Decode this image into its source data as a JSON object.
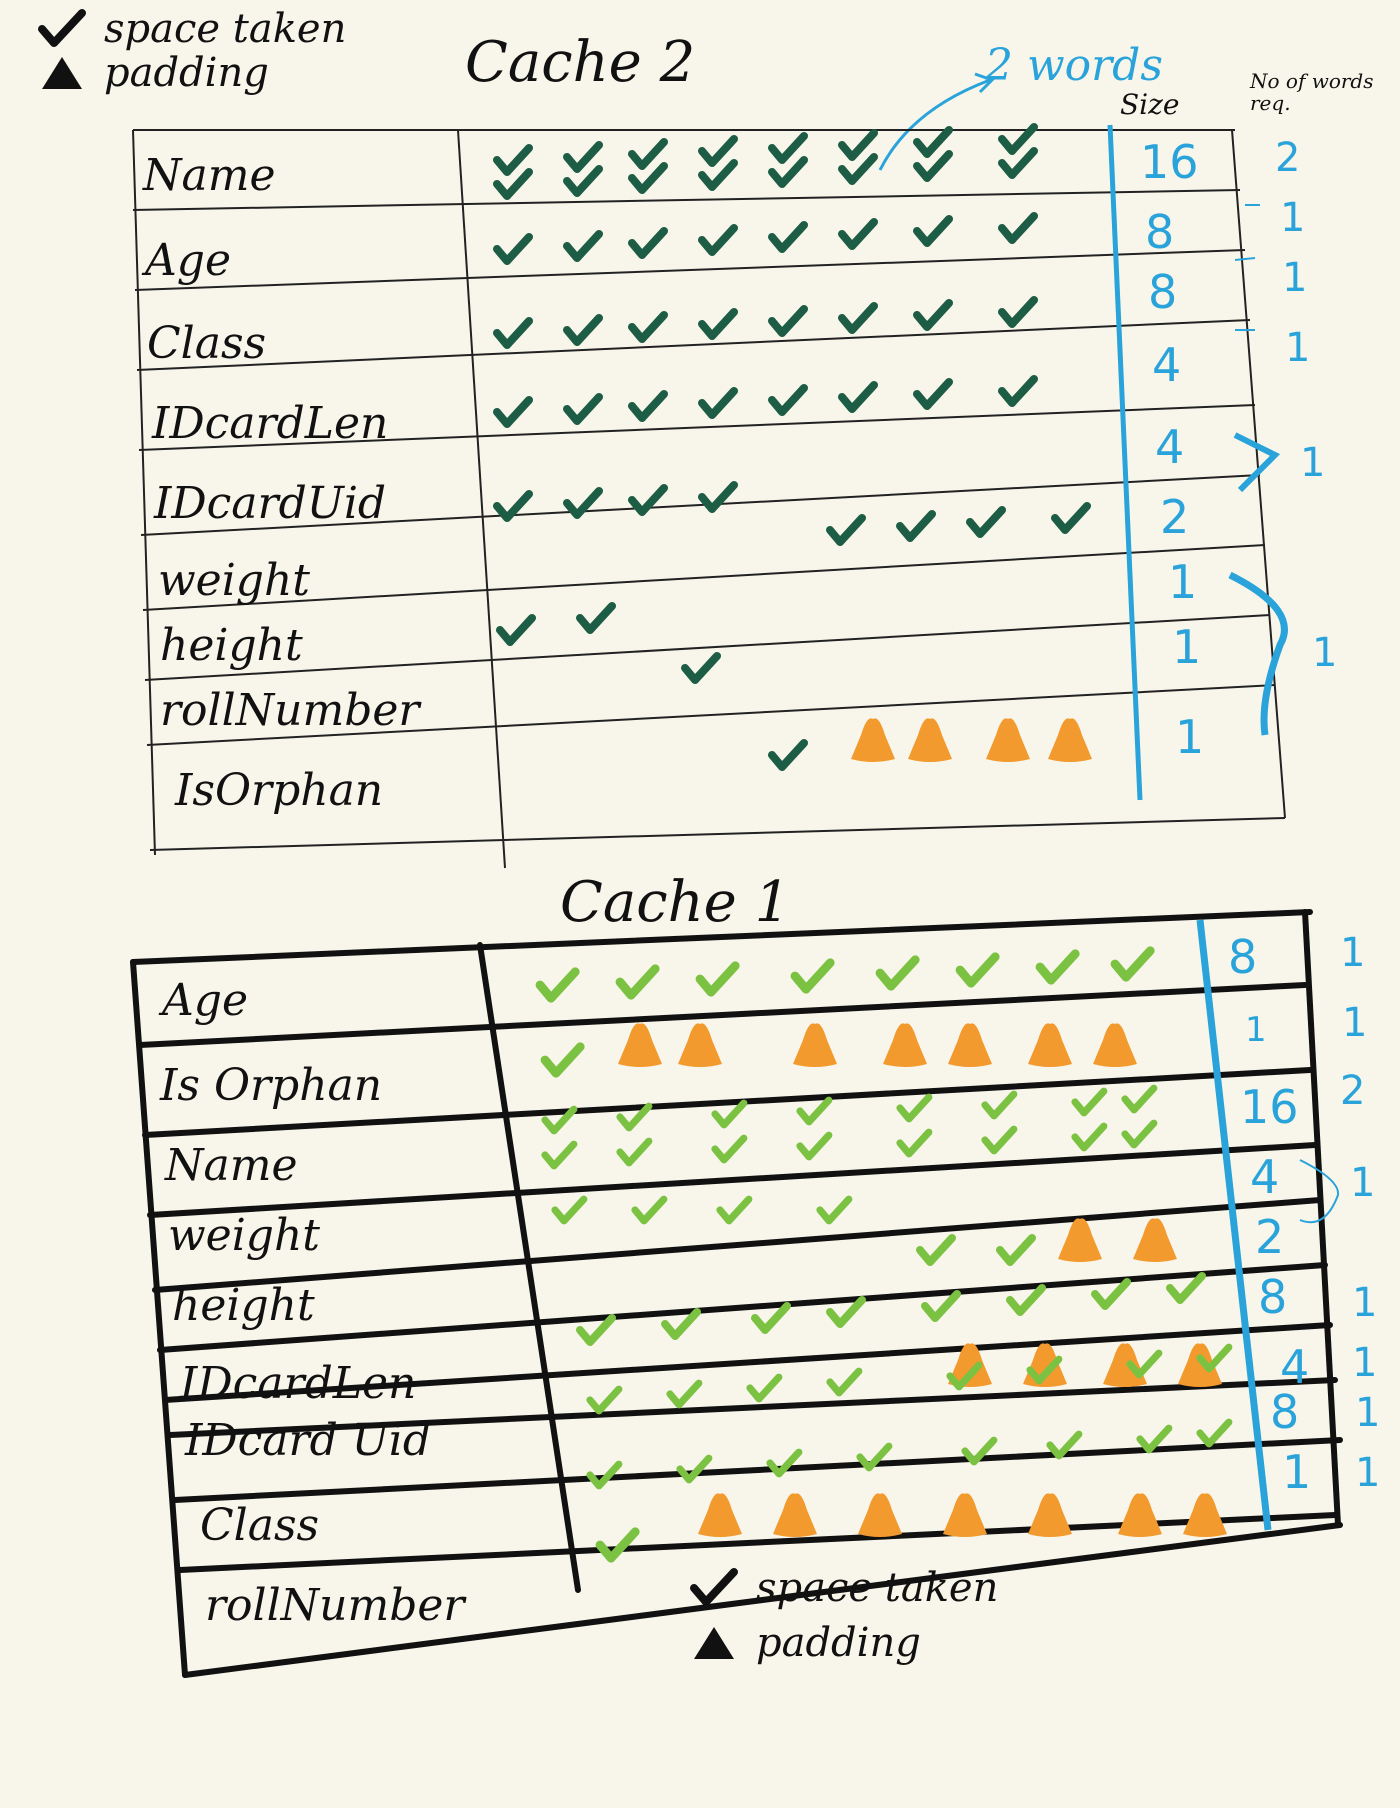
{
  "legend_top": {
    "check_label": "space taken",
    "triangle_label": "padding"
  },
  "legend_bottom": {
    "check_label": "space taken",
    "triangle_label": "padding"
  },
  "cache2": {
    "title": "Cache 2",
    "note": "2 words",
    "size_header": "Size",
    "words_header": "No of words req.",
    "rows": [
      {
        "field": "Name",
        "size": "16",
        "words": "2",
        "marks": [
          "c2",
          "c2",
          "c2",
          "c2",
          "c2",
          "c2",
          "c2",
          "c2"
        ]
      },
      {
        "field": "Age",
        "size": "8",
        "words": "1",
        "marks": [
          "c",
          "c",
          "c",
          "c",
          "c",
          "c",
          "c",
          "c"
        ]
      },
      {
        "field": "Class",
        "size": "8",
        "words": "1",
        "marks": [
          "c",
          "c",
          "c",
          "c",
          "c",
          "c",
          "c",
          "c"
        ]
      },
      {
        "field": "IDcardLen",
        "size": "4",
        "words": "",
        "marks": [
          "c",
          "c",
          "c",
          "c",
          "c",
          "c",
          "c",
          "c"
        ]
      },
      {
        "field": "IDcardUid",
        "size": "4",
        "words": "1",
        "marks": [
          "c",
          "c",
          "c",
          "c",
          "",
          "",
          "",
          "",
          "c",
          "c",
          "c",
          "c"
        ]
      },
      {
        "field": "weight",
        "size": "2",
        "words": "",
        "marks": []
      },
      {
        "field": "height",
        "size": "1",
        "words": "1",
        "marks": [
          "c",
          "c"
        ]
      },
      {
        "field": "rollNumber",
        "size": "1",
        "words": "",
        "marks": [
          "",
          "",
          "c"
        ]
      },
      {
        "field": "IsOrphan",
        "size": "1",
        "words": "",
        "marks": [
          "",
          "",
          "",
          "",
          "c",
          "t",
          "t",
          "t",
          "t"
        ]
      }
    ]
  },
  "cache1": {
    "title": "Cache 1",
    "rows": [
      {
        "field": "Age",
        "size": "8",
        "words": "1"
      },
      {
        "field": "Is Orphan",
        "size": "1",
        "words": "1"
      },
      {
        "field": "Name",
        "size": "16",
        "words": "2"
      },
      {
        "field": "weight",
        "size": "4",
        "words": "1"
      },
      {
        "field": "height",
        "size": "2",
        "words": ""
      },
      {
        "field": "IDcardLen",
        "size": "8",
        "words": "1"
      },
      {
        "field": "IDcard Uid",
        "size": "4",
        "words": "1"
      },
      {
        "field": "Class",
        "size": "8",
        "words": "1"
      },
      {
        "field": "rollNumber",
        "size": "1",
        "words": "1"
      }
    ]
  },
  "colors": {
    "dark_check": "#1d5c45",
    "light_check": "#7cc242",
    "padding": "#f29a2e",
    "blue": "#2aa3db",
    "ink": "#111111"
  }
}
